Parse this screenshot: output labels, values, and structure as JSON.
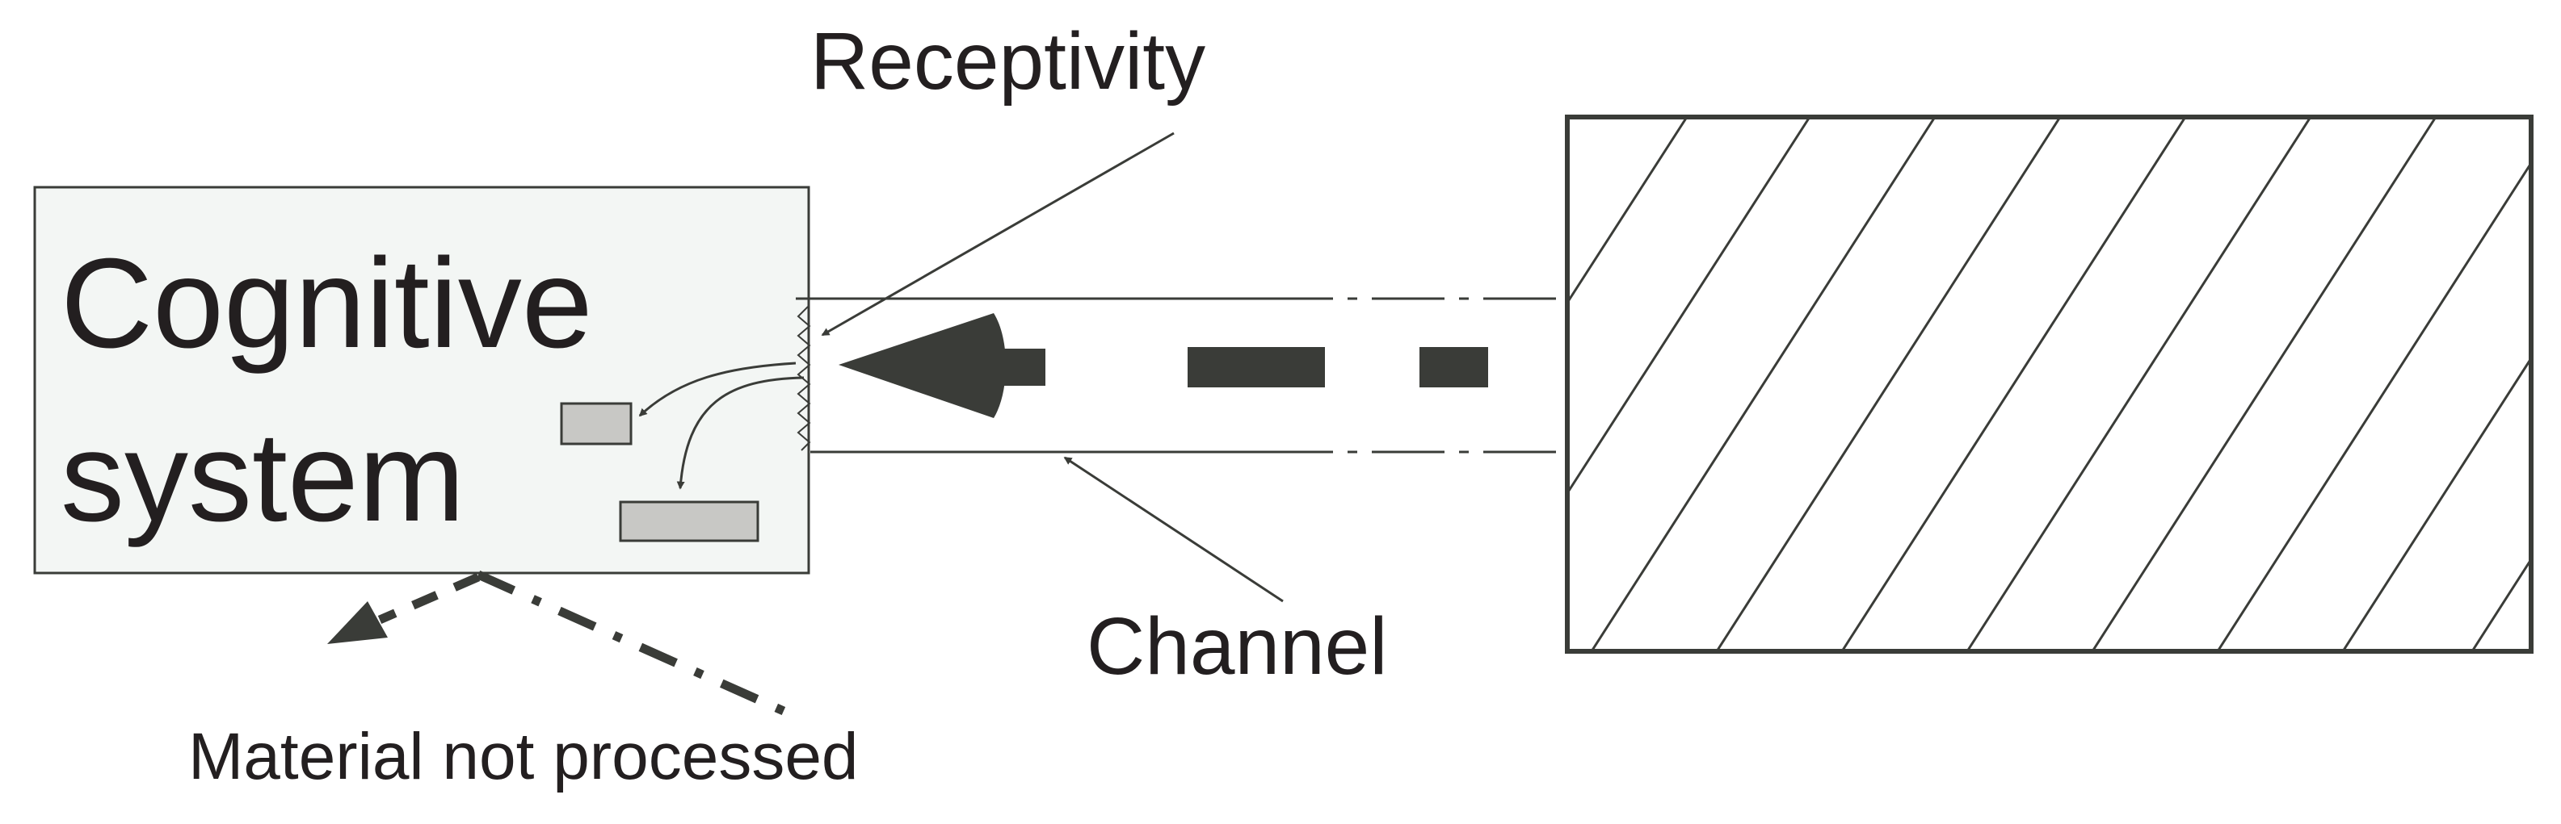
{
  "labels": {
    "receptivity": "Receptivity",
    "cognitive_line1": "Cognitive",
    "cognitive_line2": "system",
    "channel": "Channel",
    "material": "Material not processed"
  },
  "colors": {
    "box_fill": "#f3f6f4",
    "stroke": "#3a3c38",
    "block_fill": "#c8c8c5",
    "text": "#231f20",
    "background": "#ffffff"
  }
}
